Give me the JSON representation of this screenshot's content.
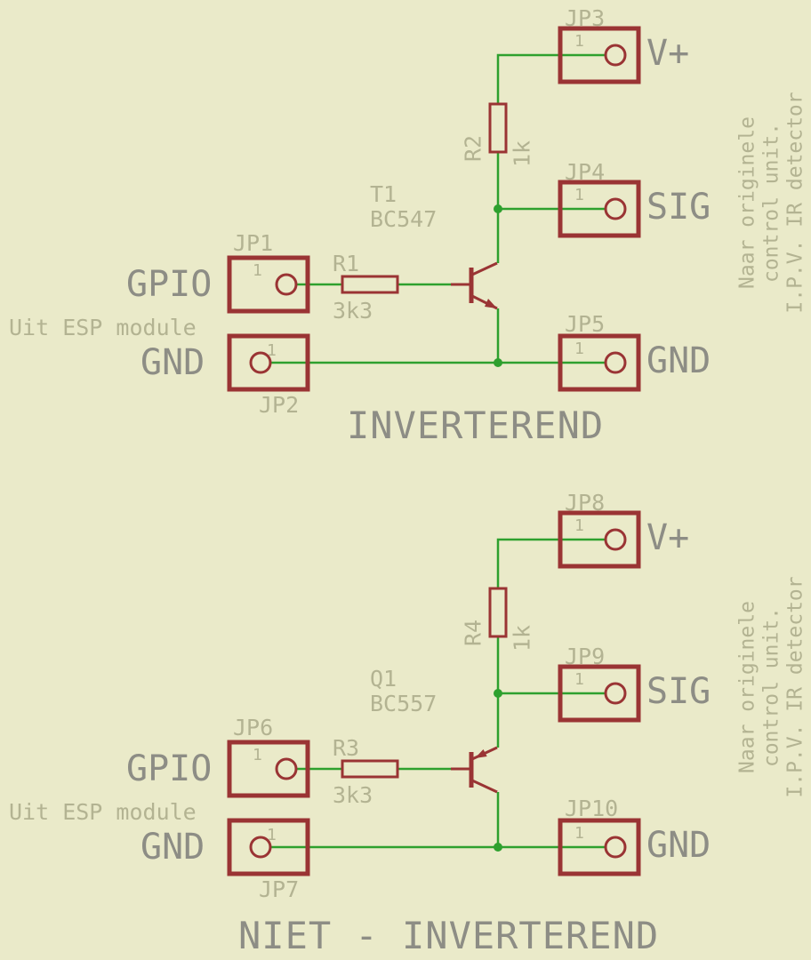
{
  "palette": {
    "background": "#eaeac9",
    "component_red": "#9a3434",
    "wire_green": "#2ea02e",
    "label_small": "#b3b392",
    "label_large": "#8d8d85"
  },
  "pin_label": "1",
  "notes": {
    "left": "Uit ESP module",
    "right_lines": [
      "Naar originele",
      "control unit.",
      "I.P.V. IR detector"
    ]
  },
  "circuits": [
    {
      "title": "INVERTEREND",
      "transistor_ref": "T1",
      "transistor_part": "BC547",
      "base_resistor_ref": "R1",
      "base_resistor_value": "3k3",
      "collector_resistor_ref": "R2",
      "collector_resistor_value": "1k",
      "connectors": {
        "power": "JP3",
        "signal": "JP4",
        "ground_out": "JP5",
        "gpio_in": "JP1",
        "ground_in": "JP2"
      },
      "port_labels": {
        "power": "V+",
        "signal": "SIG",
        "ground_right": "GND",
        "gpio": "GPIO",
        "ground_left": "GND"
      }
    },
    {
      "title": "NIET - INVERTEREND",
      "transistor_ref": "Q1",
      "transistor_part": "BC557",
      "base_resistor_ref": "R3",
      "base_resistor_value": "3k3",
      "collector_resistor_ref": "R4",
      "collector_resistor_value": "1k",
      "connectors": {
        "power": "JP8",
        "signal": "JP9",
        "ground_out": "JP10",
        "gpio_in": "JP6",
        "ground_in": "JP7"
      },
      "port_labels": {
        "power": "V+",
        "signal": "SIG",
        "ground_right": "GND",
        "gpio": "GPIO",
        "ground_left": "GND"
      }
    }
  ]
}
